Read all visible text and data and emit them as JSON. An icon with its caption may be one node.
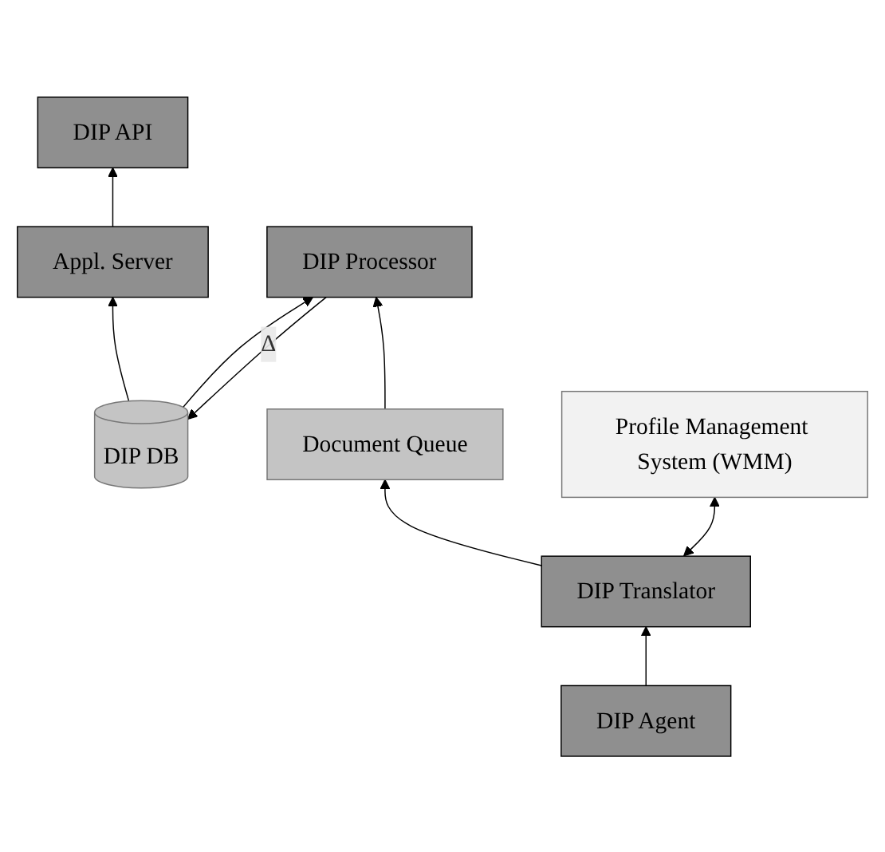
{
  "diagram": {
    "nodes": [
      {
        "text": [
          "DIP API"
        ]
      },
      {
        "text": [
          "Appl. Server"
        ]
      },
      {
        "text": [
          "DIP DB"
        ]
      },
      {
        "text": [
          "DIP Processor"
        ]
      },
      {
        "text": [
          "Document Queue"
        ]
      },
      {
        "text": [
          "DIP Translator"
        ]
      },
      {
        "text": [
          "Profile Management System (WMM)"
        ]
      },
      {
        "text": [
          "DIP Agent"
        ]
      }
    ],
    "edges": [
      {
        "from": 2,
        "to": 1,
        "arrow": "to"
      },
      {
        "from": 1,
        "to": 0,
        "arrow": "to"
      },
      {
        "from": 2,
        "to": 3,
        "arrow": "to"
      },
      {
        "from": 3,
        "to": 2,
        "arrow": "to",
        "label": "Δ"
      },
      {
        "from": 4,
        "to": 3,
        "arrow": "to"
      },
      {
        "from": 5,
        "to": 4,
        "arrow": "to"
      },
      {
        "from": 5,
        "to": 6,
        "arrow": "both"
      },
      {
        "from": 7,
        "to": 5,
        "arrow": "to"
      }
    ]
  }
}
